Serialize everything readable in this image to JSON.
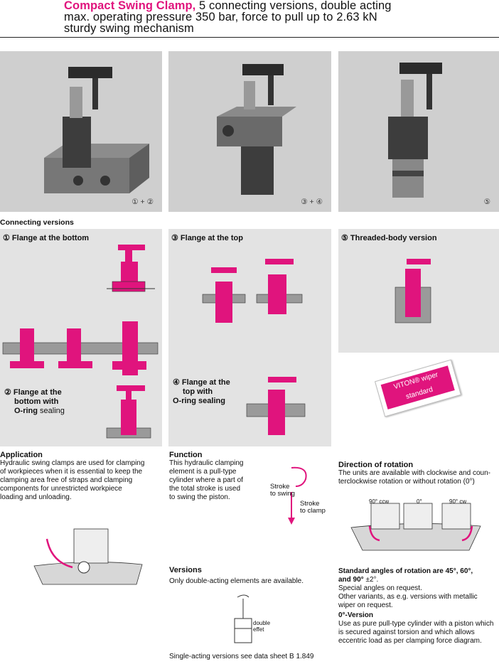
{
  "header": {
    "brand": "Compact Swing Clamp,",
    "line1_rest": " 5 connecting versions, double acting",
    "line2": "max. operating pressure 350 bar, force to pull up to 2.63 kN",
    "line3": "sturdy swing mechanism"
  },
  "photos": [
    {
      "tag": "① + ②"
    },
    {
      "tag": "③ + ④"
    },
    {
      "tag": "⑤"
    }
  ],
  "connecting": {
    "title": "Connecting versions",
    "v1": "①  Flange at the bottom",
    "v2_l1": "② Flange at the",
    "v2_l2": "bottom with",
    "v2_l3a": "O-ring",
    "v2_l3b": " sealing",
    "v3": "③  Flange at the top",
    "v4_l1": "④ Flange at the",
    "v4_l2": "top with",
    "v4_l3": "O-ring sealing",
    "v5": "⑤ Threaded-body version"
  },
  "viton": {
    "line1": "VITON® wiper",
    "line2": "standard"
  },
  "application": {
    "title": "Application",
    "lines": [
      "Hydraulic swing clamps are used for clamping",
      "of workpieces when it is essential to keep the",
      "clamping area free of straps and clamping",
      "components for unrestricted workpiece",
      "loading and unloading."
    ]
  },
  "function": {
    "title": "Function",
    "lines": [
      "This hydraulic clamping",
      "element is a pull-type",
      "cylinder where a part of",
      "the total stroke is used",
      "to swing the piston."
    ],
    "stroke_swing_1": "Stroke",
    "stroke_swing_2": "to swing",
    "stroke_clamp_1": "Stroke",
    "stroke_clamp_2": "to clamp"
  },
  "versions": {
    "title": "Versions",
    "text": "Only double-acting elements are available.",
    "diagram_l1": "double",
    "diagram_l2": "effet",
    "note": "Single-acting versions see data sheet B 1.849"
  },
  "direction": {
    "title": "Direction of rotation",
    "lines": [
      "The units are available with clockwise and coun-",
      "terclockwise rotation or without rotation (0°)"
    ],
    "labels": [
      "90° ccw",
      "0°",
      "90° cw"
    ]
  },
  "angles": {
    "bold1": "Standard angles of rotation are 45°, 60°,",
    "bold2": "and 90°",
    "bold2_rest": " ±2°.",
    "lines": [
      "Special angles on request.",
      "Other variants, as e.g. versions with metallic",
      "wiper on request."
    ]
  },
  "zero": {
    "title": "0°-Version",
    "lines": [
      "Use as pure pull-type cylinder with a piston which",
      "is secured against torsion and which allows",
      "eccentric load as per clamping force diagram."
    ]
  },
  "colors": {
    "accent": "#e0147d",
    "panel": "#e3e3e3",
    "photo": "#cfcfcf"
  }
}
